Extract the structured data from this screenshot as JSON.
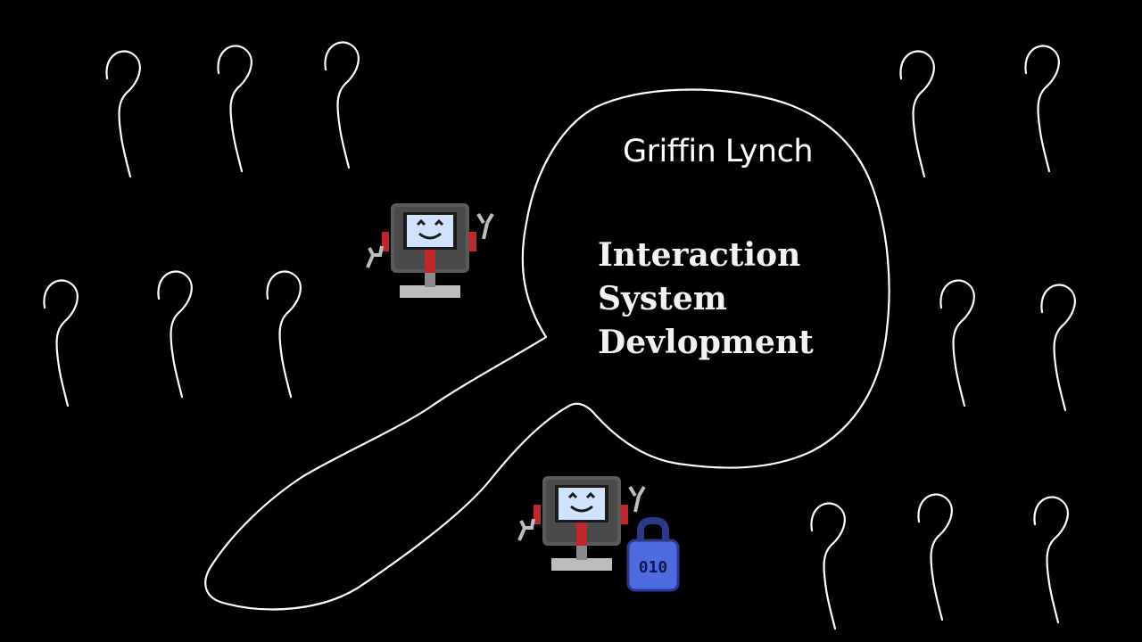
{
  "author": "Griffin Lynch",
  "title_lines": [
    "Interaction",
    "System",
    "Devlopment"
  ],
  "robot_badge": "010",
  "colors": {
    "background": "#000000",
    "outline": "#ffffff",
    "robot_body": "#5a5a5a",
    "robot_screen": "#cfe3ff",
    "robot_tie": "#c0262a",
    "badge": "#4f6be0"
  },
  "icons": [
    "question-mark-icon",
    "magnifying-glass-outline",
    "robot-icon",
    "padlock-icon"
  ]
}
